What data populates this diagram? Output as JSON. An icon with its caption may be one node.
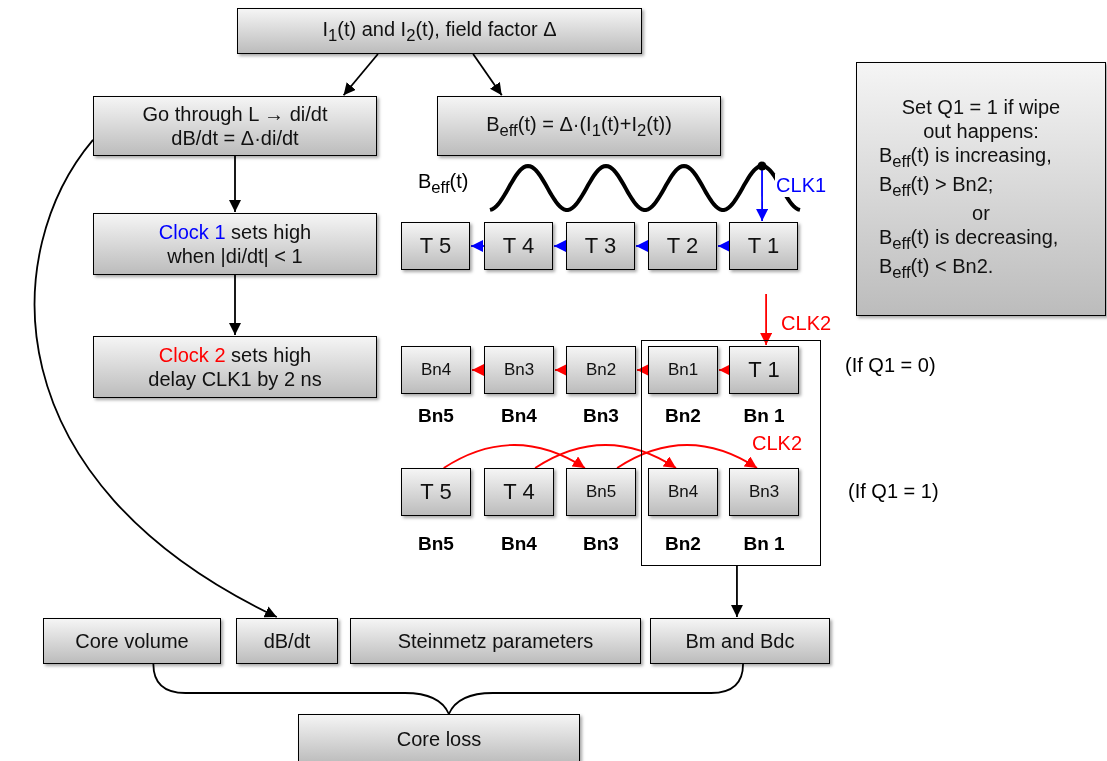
{
  "diagram": {
    "nodes": [
      {
        "text": [
          "I$_{1}$(t) and I$_{2}$(t), field factor Δ"
        ]
      },
      {
        "text": [
          "Go through L → di/dt dB/dt = Δ·di/dt"
        ]
      },
      {
        "text": [
          "B$_{eff}$(t) = Δ·(I$_{1}$(t)+I$_{2}$(t))"
        ]
      },
      {
        "text": [
          "Clock 1 sets high when |di/dt| < 1"
        ]
      },
      {
        "text": [
          "Clock 2 sets high delay CLK1 by 2 ns"
        ]
      },
      {
        "text": [],
        "shape": "wave",
        "beside": [
          "B$_{eff}$(t)"
        ]
      },
      {
        "text": [
          "T 5"
        ]
      },
      {
        "text": [
          "T 4"
        ]
      },
      {
        "text": [
          "T 3"
        ]
      },
      {
        "text": [
          "T 2"
        ]
      },
      {
        "text": [
          "T 1"
        ]
      },
      {
        "text": [
          "Set Q1 = 1 if wipe out happens:",
          "B$_{eff}$(t) is increasing, B$_{eff}$(t) > Bn2;",
          "or",
          "B$_{eff}$(t) is decreasing, B$_{eff}$(t) < Bn2."
        ]
      },
      {
        "text": [],
        "shape": "box"
      },
      {
        "text": [
          "Bn4"
        ],
        "beside": [
          "Bn5"
        ]
      },
      {
        "text": [
          "Bn3"
        ],
        "beside": [
          "Bn4"
        ]
      },
      {
        "text": [
          "Bn2"
        ],
        "beside": [
          "Bn3"
        ]
      },
      {
        "text": [
          "Bn1"
        ],
        "beside": [
          "Bn2"
        ],
        "in": 12
      },
      {
        "text": [
          "T 1"
        ],
        "beside": [
          "Bn 1"
        ],
        "in": 12
      },
      {
        "text": [
          "T 5"
        ],
        "beside": [
          "Bn5"
        ]
      },
      {
        "text": [
          "T 4"
        ],
        "beside": [
          "Bn4"
        ]
      },
      {
        "text": [
          "Bn5"
        ],
        "beside": [
          "Bn3"
        ]
      },
      {
        "text": [
          "Bn4"
        ],
        "beside": [
          "Bn2"
        ],
        "in": 12
      },
      {
        "text": [
          "Bn3"
        ],
        "beside": [
          "Bn 1"
        ],
        "in": 12
      },
      {
        "text": [
          "Core volume"
        ]
      },
      {
        "text": [
          "dB/dt"
        ]
      },
      {
        "text": [
          "Steinmetz parameters"
        ]
      },
      {
        "text": [
          "Bm and Bdc"
        ]
      },
      {
        "text": [
          "Core loss"
        ]
      }
    ],
    "edges": [
      {
        "from": 0,
        "to": 1,
        "arrow": "to"
      },
      {
        "from": 0,
        "to": 2,
        "arrow": "to"
      },
      {
        "from": 1,
        "to": 3,
        "arrow": "to"
      },
      {
        "from": 3,
        "to": 4,
        "arrow": "to"
      },
      {
        "from": 1,
        "to": 24,
        "arrow": "to"
      },
      {
        "from": 5,
        "to": 10,
        "arrow": "to",
        "label": "CLK1",
        "color": "#0000ff"
      },
      {
        "from": 10,
        "to": 9,
        "arrow": "to",
        "color": "#0000ff"
      },
      {
        "from": 9,
        "to": 8,
        "arrow": "to",
        "color": "#0000ff"
      },
      {
        "from": 8,
        "to": 7,
        "arrow": "to",
        "color": "#0000ff"
      },
      {
        "from": 7,
        "to": 6,
        "arrow": "to",
        "color": "#0000ff"
      },
      {
        "from": null,
        "to": 17,
        "arrow": "to",
        "label": "CLK2",
        "color": "#ff0000"
      },
      {
        "from": 17,
        "to": 16,
        "arrow": "to",
        "color": "#ff0000"
      },
      {
        "from": 16,
        "to": 15,
        "arrow": "to",
        "color": "#ff0000"
      },
      {
        "from": 15,
        "to": 14,
        "arrow": "to",
        "color": "#ff0000"
      },
      {
        "from": 14,
        "to": 13,
        "arrow": "to",
        "color": "#ff0000"
      },
      {
        "from": 18,
        "to": 20,
        "arrow": "to",
        "color": "#ff0000"
      },
      {
        "from": 19,
        "to": 21,
        "arrow": "to",
        "color": "#ff0000"
      },
      {
        "from": 20,
        "to": 22,
        "arrow": "to",
        "color": "#ff0000"
      },
      {
        "from": 12,
        "to": 26,
        "arrow": "to"
      },
      {
        "from": 23,
        "to": 27,
        "arrow": "none"
      },
      {
        "from": 26,
        "to": 27,
        "arrow": "none"
      }
    ],
    "labels": [
      "(If Q1 = 0)",
      "CLK2",
      "(If Q1 = 1)"
    ]
  }
}
